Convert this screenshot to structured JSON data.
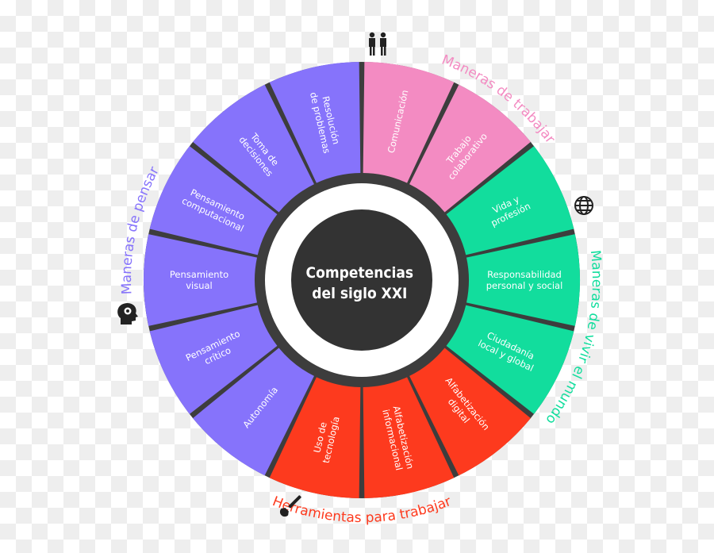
{
  "center": {
    "line1": "Competencias",
    "line2": "del siglo XXI"
  },
  "colors": {
    "trabajar": "#f38bc2",
    "vivir": "#12dd9d",
    "herramientas": "#fd3a1e",
    "pensar": "#8673fb",
    "ring_bg": "#3d3d3d",
    "center_fill": "#333333",
    "center_gap": "#ffffff"
  },
  "categories": {
    "trabajar": {
      "label": "Maneras de trabajar",
      "icon": "people-icon"
    },
    "vivir": {
      "label": "Maneras de vivir el mundo",
      "icon": "globe-icon"
    },
    "herramientas": {
      "label": "Herramientas para trabajar",
      "icon": "wrench-icon"
    },
    "pensar": {
      "label": "Maneras de pensar",
      "icon": "head-gear-icon"
    }
  },
  "segments": [
    {
      "category": "trabajar",
      "lines": [
        "Comunicación"
      ]
    },
    {
      "category": "trabajar",
      "lines": [
        "Trabajo",
        "colaborativo"
      ]
    },
    {
      "category": "vivir",
      "lines": [
        "Vida y",
        "profesión"
      ]
    },
    {
      "category": "vivir",
      "lines": [
        "Responsabilidad",
        "personal y social"
      ]
    },
    {
      "category": "vivir",
      "lines": [
        "Ciudadanía",
        "local y global"
      ]
    },
    {
      "category": "herramientas",
      "lines": [
        "Alfabetización",
        "digital"
      ]
    },
    {
      "category": "herramientas",
      "lines": [
        "Alfabetización",
        "informacional"
      ]
    },
    {
      "category": "herramientas",
      "lines": [
        "Uso de",
        "tecnología"
      ]
    },
    {
      "category": "pensar",
      "lines": [
        "Autonomía"
      ]
    },
    {
      "category": "pensar",
      "lines": [
        "Pensamiento",
        "crítico"
      ]
    },
    {
      "category": "pensar",
      "lines": [
        "Pensamiento",
        "visual"
      ]
    },
    {
      "category": "pensar",
      "lines": [
        "Pensamiento",
        "computacional"
      ]
    },
    {
      "category": "pensar",
      "lines": [
        "Toma de",
        "decisiones"
      ]
    },
    {
      "category": "pensar",
      "lines": [
        "Resolución",
        "de problemas"
      ]
    }
  ]
}
